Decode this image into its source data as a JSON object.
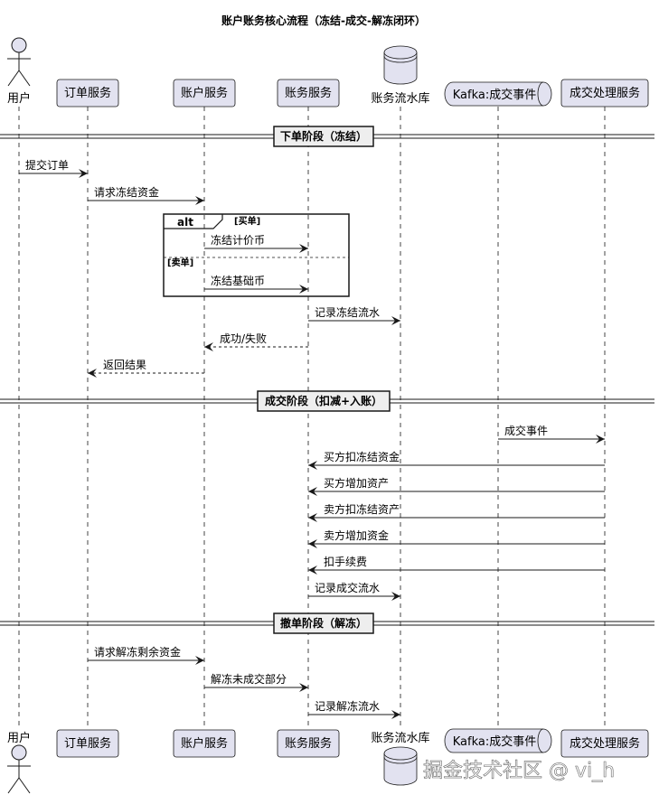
{
  "title": "账户账务核心流程（冻结-成交-解冻闭环）",
  "participants": [
    {
      "id": "user",
      "label": "用户",
      "kind": "actor"
    },
    {
      "id": "order",
      "label": "订单服务",
      "kind": "box"
    },
    {
      "id": "account",
      "label": "账户服务",
      "kind": "box"
    },
    {
      "id": "ledger",
      "label": "账务服务",
      "kind": "box"
    },
    {
      "id": "db",
      "label": "账务流水库",
      "kind": "database"
    },
    {
      "id": "kafka",
      "label": "Kafka:成交事件",
      "kind": "queue"
    },
    {
      "id": "trade",
      "label": "成交处理服务",
      "kind": "box"
    }
  ],
  "dividers": [
    "下单阶段（冻结）",
    "成交阶段（扣减+入账）",
    "撤单阶段（解冻）"
  ],
  "alt": {
    "keyword": "alt",
    "cond1": "[买单]",
    "cond2": "[卖单]"
  },
  "messages": [
    {
      "from": "user",
      "to": "order",
      "label": "提交订单",
      "style": "solid"
    },
    {
      "from": "order",
      "to": "account",
      "label": "请求冻结资金",
      "style": "solid"
    },
    {
      "from": "account",
      "to": "ledger",
      "label": "冻结计价币",
      "style": "solid"
    },
    {
      "from": "account",
      "to": "ledger",
      "label": "冻结基础币",
      "style": "solid"
    },
    {
      "from": "ledger",
      "to": "db",
      "label": "记录冻结流水",
      "style": "solid"
    },
    {
      "from": "ledger",
      "to": "account",
      "label": "成功/失败",
      "style": "dashed"
    },
    {
      "from": "account",
      "to": "order",
      "label": "返回结果",
      "style": "dashed"
    },
    {
      "from": "kafka",
      "to": "trade",
      "label": "成交事件",
      "style": "solid"
    },
    {
      "from": "trade",
      "to": "ledger",
      "label": "买方扣冻结资金",
      "style": "solid"
    },
    {
      "from": "trade",
      "to": "ledger",
      "label": "买方增加资产",
      "style": "solid"
    },
    {
      "from": "trade",
      "to": "ledger",
      "label": "卖方扣冻结资产",
      "style": "solid"
    },
    {
      "from": "trade",
      "to": "ledger",
      "label": "卖方增加资金",
      "style": "solid"
    },
    {
      "from": "trade",
      "to": "ledger",
      "label": "扣手续费",
      "style": "solid"
    },
    {
      "from": "ledger",
      "to": "db",
      "label": "记录成交流水",
      "style": "solid"
    },
    {
      "from": "order",
      "to": "account",
      "label": "请求解冻剩余资金",
      "style": "solid"
    },
    {
      "from": "account",
      "to": "ledger",
      "label": "解冻未成交部分",
      "style": "solid"
    },
    {
      "from": "ledger",
      "to": "db",
      "label": "记录解冻流水",
      "style": "solid"
    }
  ],
  "watermark": "掘金技术社区 @ vi_h",
  "colors": {
    "participant_fill": "#E2E2F0",
    "participant_stroke": "#181818",
    "line": "#181818",
    "divider_fill": "#EEEEEE"
  }
}
